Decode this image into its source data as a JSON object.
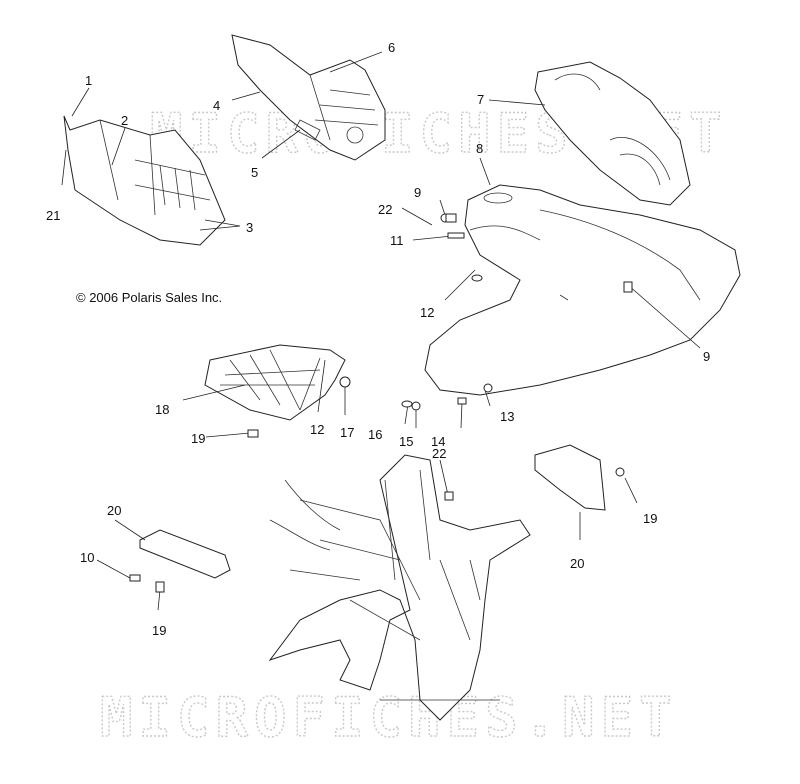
{
  "copyright": "© 2006 Polaris Sales Inc.",
  "watermark": {
    "text": "MICROFICHES.NET"
  },
  "callouts": [
    {
      "id": "c1",
      "label": "1"
    },
    {
      "id": "c2",
      "label": "2"
    },
    {
      "id": "c21",
      "label": "21"
    },
    {
      "id": "c3",
      "label": "3"
    },
    {
      "id": "c4",
      "label": "4"
    },
    {
      "id": "c5",
      "label": "5"
    },
    {
      "id": "c6",
      "label": "6"
    },
    {
      "id": "c7",
      "label": "7"
    },
    {
      "id": "c8",
      "label": "8"
    },
    {
      "id": "c9a",
      "label": "9"
    },
    {
      "id": "c22a",
      "label": "22"
    },
    {
      "id": "c11",
      "label": "11"
    },
    {
      "id": "c12a",
      "label": "12"
    },
    {
      "id": "c9b",
      "label": "9"
    },
    {
      "id": "c18",
      "label": "18"
    },
    {
      "id": "c12b",
      "label": "12"
    },
    {
      "id": "c17",
      "label": "17"
    },
    {
      "id": "c16",
      "label": "16"
    },
    {
      "id": "c15",
      "label": "15"
    },
    {
      "id": "c14",
      "label": "14"
    },
    {
      "id": "c13",
      "label": "13"
    },
    {
      "id": "c19a",
      "label": "19"
    },
    {
      "id": "c22b",
      "label": "22"
    },
    {
      "id": "c20a",
      "label": "20"
    },
    {
      "id": "c10",
      "label": "10"
    },
    {
      "id": "c19b",
      "label": "19"
    },
    {
      "id": "c20b",
      "label": "20"
    },
    {
      "id": "c19c",
      "label": "19"
    }
  ]
}
